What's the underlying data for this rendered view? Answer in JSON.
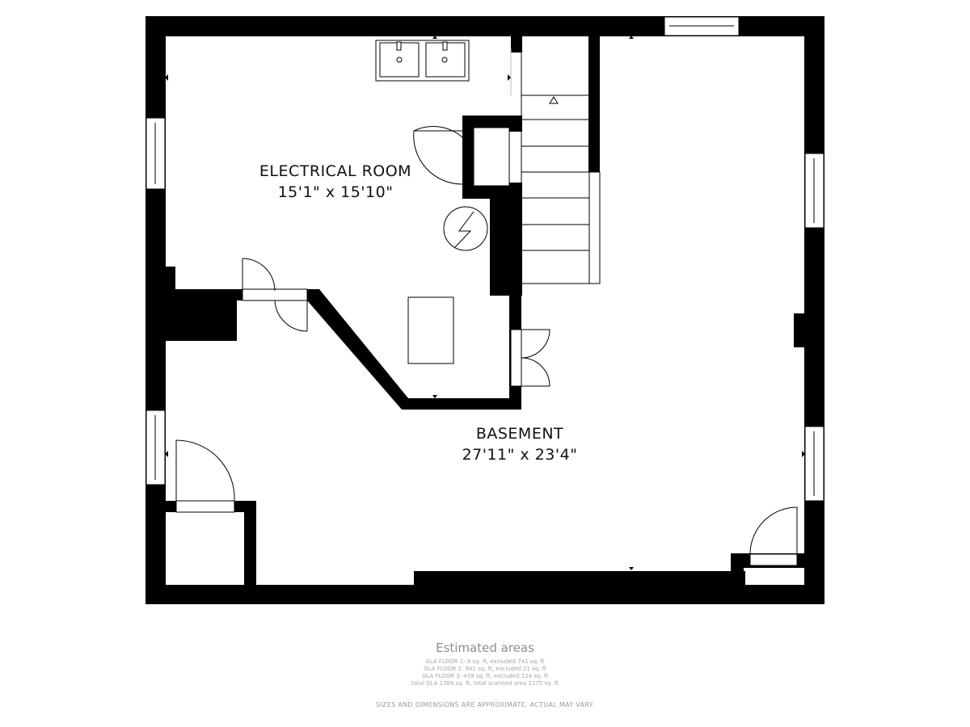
{
  "rooms": [
    {
      "name": "ELECTRICAL ROOM",
      "dimensions": "15'1\" x 15'10\""
    },
    {
      "name": "BASEMENT",
      "dimensions": "27'11\" x 23'4\""
    }
  ],
  "footer": {
    "title": "Estimated areas",
    "lines": [
      "GLA FLOOR 1: 9 sq. ft, excluded 741 sq. ft",
      "GLA FLOOR 2: 941 sq. ft, excluded 21 sq. ft",
      "GLA FLOOR 3: 439 sq. ft, excluded 124 sq. ft",
      "total GLA 1389 sq. ft, total scanned area 2275 sq. ft"
    ],
    "disclaimer": "SIZES AND DIMENSIONS ARE APPROXIMATE, ACTUAL MAY VARY."
  },
  "colors": {
    "wall": "#000000",
    "background": "#ffffff",
    "footer_text": "#9a9a9a"
  }
}
